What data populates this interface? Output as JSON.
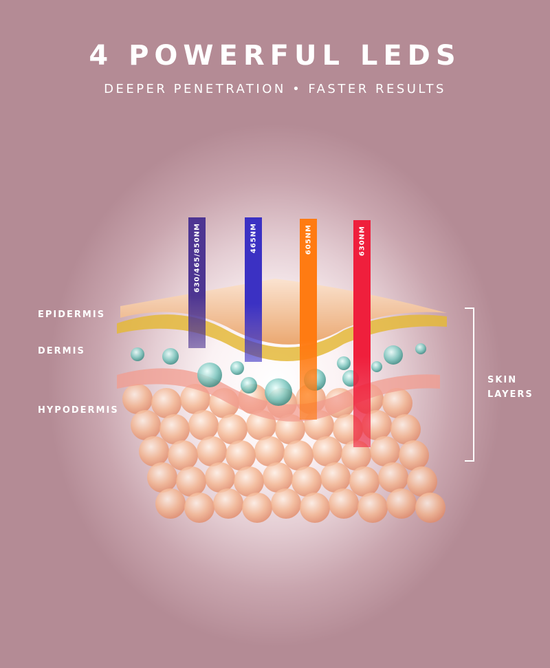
{
  "header": {
    "title": "4 POWERFUL LEDS",
    "subtitle": "DEEPER PENETRATION • FASTER RESULTS"
  },
  "leds": [
    {
      "label": "630/465/850NM",
      "color": "#4d3592"
    },
    {
      "label": "465NM",
      "color": "#3b31c3"
    },
    {
      "label": "605NM",
      "color": "#ff7b12"
    },
    {
      "label": "630NM",
      "color": "#ef1f3c"
    }
  ],
  "layers": {
    "epidermis": "EPIDERMIS",
    "dermis": "DERMIS",
    "hypodermis": "HYPODERMIS"
  },
  "bracket_label": {
    "line1": "SKIN",
    "line2": "LAYERS"
  }
}
